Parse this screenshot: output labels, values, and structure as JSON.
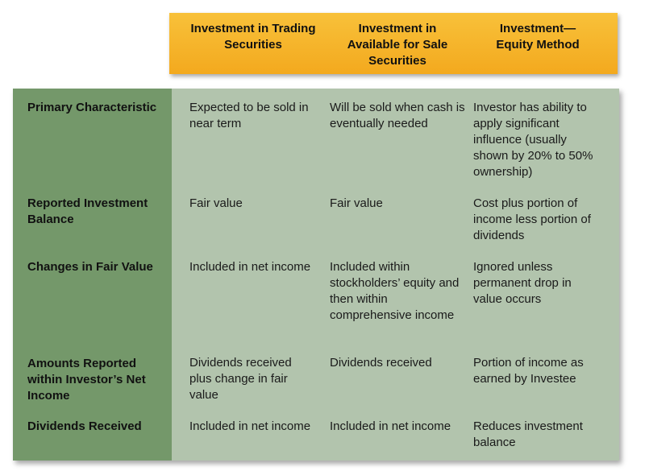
{
  "headers": [
    "Investment in Trading Securities",
    "Investment in Available for Sale Securities",
    "Investment— Equity Method"
  ],
  "rows": [
    {
      "label": "Primary Characteristic",
      "cells": [
        "Expected to be sold in near term",
        "Will be sold when cash is eventually needed",
        "Investor has ability to apply significant influence (usually shown by 20% to 50% ownership)"
      ]
    },
    {
      "label": "Reported Investment Balance",
      "cells": [
        "Fair value",
        "Fair value",
        "Cost plus portion of income less portion of dividends"
      ]
    },
    {
      "label": "Changes in Fair Value",
      "cells": [
        "Included in net income",
        "Included within stockholders’ equity and then within comprehensive income",
        "Ignored unless permanent drop in value occurs"
      ]
    },
    {
      "label": "Amounts Reported within Investor’s Net Income",
      "cells": [
        "Dividends received plus change in fair value",
        "Dividends received",
        "Portion of income as earned by Investee"
      ]
    },
    {
      "label": "Dividends Received",
      "cells": [
        "Included in net income",
        "Included in net income",
        "Reduces investment balance"
      ]
    }
  ]
}
